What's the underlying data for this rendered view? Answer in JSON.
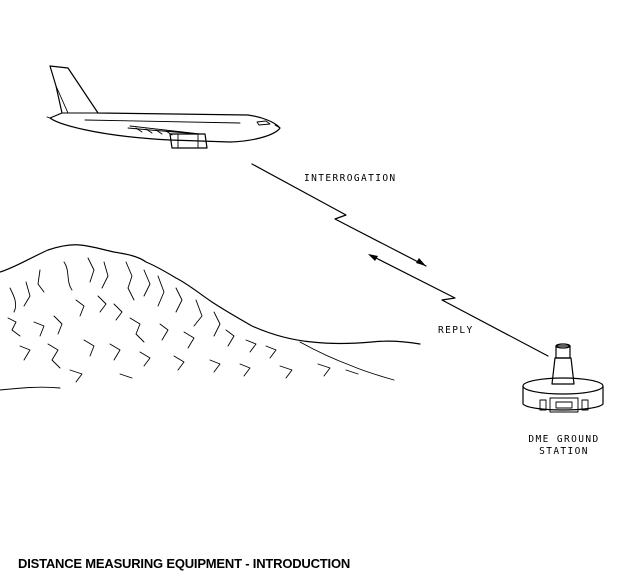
{
  "labels": {
    "interrogation": "INTERROGATION",
    "reply": "REPLY",
    "station_line1": "DME GROUND",
    "station_line2": "STATION"
  },
  "caption": "DISTANCE MEASURING EQUIPMENT - INTRODUCTION",
  "colors": {
    "ink": "#000000",
    "background": "#ffffff"
  }
}
